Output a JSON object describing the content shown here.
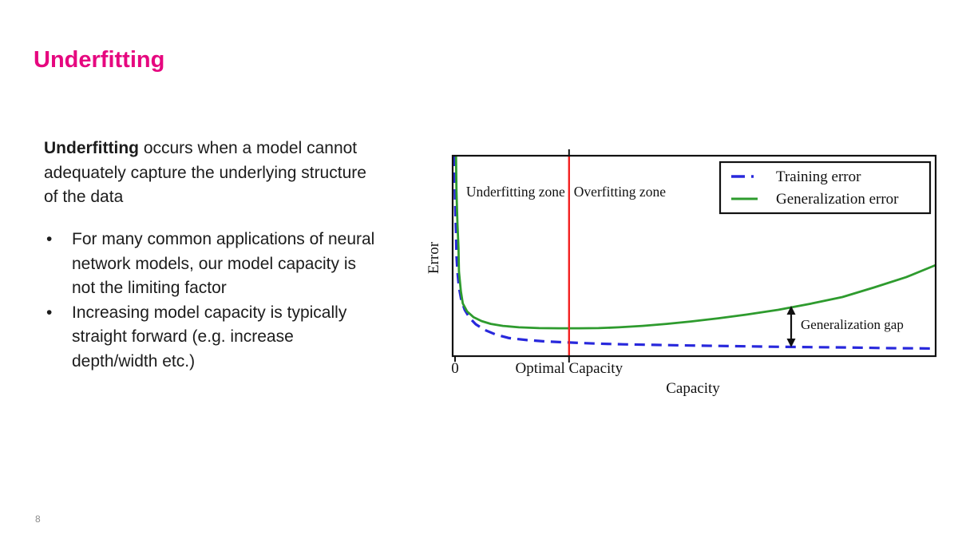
{
  "slide": {
    "title": "Underfitting",
    "title_color": "#e6077f",
    "page_number": "8"
  },
  "body": {
    "bullet_char": "•",
    "intro_bold": "Underfitting",
    "intro_line1_rest": " occurs when a model cannot",
    "intro_line2": "adequately capture the underlying structure",
    "intro_line3": "of the data",
    "bullet1_line1": "For many common applications of neural",
    "bullet1_line2": "network models, our model capacity is",
    "bullet1_line3": "not the limiting factor",
    "bullet2_line1": "Increasing model capacity is typically",
    "bullet2_line2": "straight forward (e.g. increase",
    "bullet2_line3": "depth/width etc.)"
  },
  "chart_data": {
    "type": "line",
    "title": "",
    "xlabel": "Capacity",
    "ylabel": "Error",
    "x_ticks": [
      "0",
      "Optimal Capacity"
    ],
    "axis_scale": "unlabeled qualitative axes; x and y normalized 0-1",
    "ylim": [
      0,
      1
    ],
    "grid": false,
    "legend_position": "upper right",
    "optimal_capacity_x": 0.241,
    "optimal_line_color": "#f32222",
    "annotations": {
      "underfitting_zone": "Underfitting zone",
      "overfitting_zone": "Overfitting zone",
      "generalization_gap": "Generalization gap"
    },
    "series": [
      {
        "name": "Training error",
        "color": "#2828dc",
        "style": "dashed",
        "points": [
          [
            0.003,
            1.0
          ],
          [
            0.005,
            0.781
          ],
          [
            0.007,
            0.622
          ],
          [
            0.008,
            0.502
          ],
          [
            0.01,
            0.422
          ],
          [
            0.013,
            0.343
          ],
          [
            0.018,
            0.279
          ],
          [
            0.025,
            0.231
          ],
          [
            0.035,
            0.191
          ],
          [
            0.048,
            0.159
          ],
          [
            0.066,
            0.131
          ],
          [
            0.089,
            0.108
          ],
          [
            0.117,
            0.09
          ],
          [
            0.154,
            0.08
          ],
          [
            0.195,
            0.073
          ],
          [
            0.241,
            0.068
          ],
          [
            0.294,
            0.063
          ],
          [
            0.352,
            0.059
          ],
          [
            0.418,
            0.056
          ],
          [
            0.493,
            0.053
          ],
          [
            0.575,
            0.05
          ],
          [
            0.658,
            0.047
          ],
          [
            0.74,
            0.045
          ],
          [
            0.823,
            0.043
          ],
          [
            0.906,
            0.04
          ],
          [
            0.955,
            0.039
          ],
          [
            1.0,
            0.038
          ]
        ]
      },
      {
        "name": "Generalization error",
        "color": "#2e9b2e",
        "style": "solid",
        "points": [
          [
            0.007,
            1.0
          ],
          [
            0.008,
            0.821
          ],
          [
            0.01,
            0.661
          ],
          [
            0.012,
            0.542
          ],
          [
            0.013,
            0.422
          ],
          [
            0.017,
            0.323
          ],
          [
            0.021,
            0.263
          ],
          [
            0.03,
            0.223
          ],
          [
            0.043,
            0.195
          ],
          [
            0.06,
            0.175
          ],
          [
            0.079,
            0.161
          ],
          [
            0.104,
            0.151
          ],
          [
            0.137,
            0.144
          ],
          [
            0.179,
            0.14
          ],
          [
            0.22,
            0.139
          ],
          [
            0.261,
            0.139
          ],
          [
            0.302,
            0.14
          ],
          [
            0.344,
            0.144
          ],
          [
            0.393,
            0.151
          ],
          [
            0.443,
            0.161
          ],
          [
            0.493,
            0.173
          ],
          [
            0.55,
            0.189
          ],
          [
            0.608,
            0.207
          ],
          [
            0.674,
            0.231
          ],
          [
            0.74,
            0.261
          ],
          [
            0.807,
            0.295
          ],
          [
            0.873,
            0.343
          ],
          [
            0.939,
            0.394
          ],
          [
            1.0,
            0.454
          ]
        ]
      }
    ]
  }
}
